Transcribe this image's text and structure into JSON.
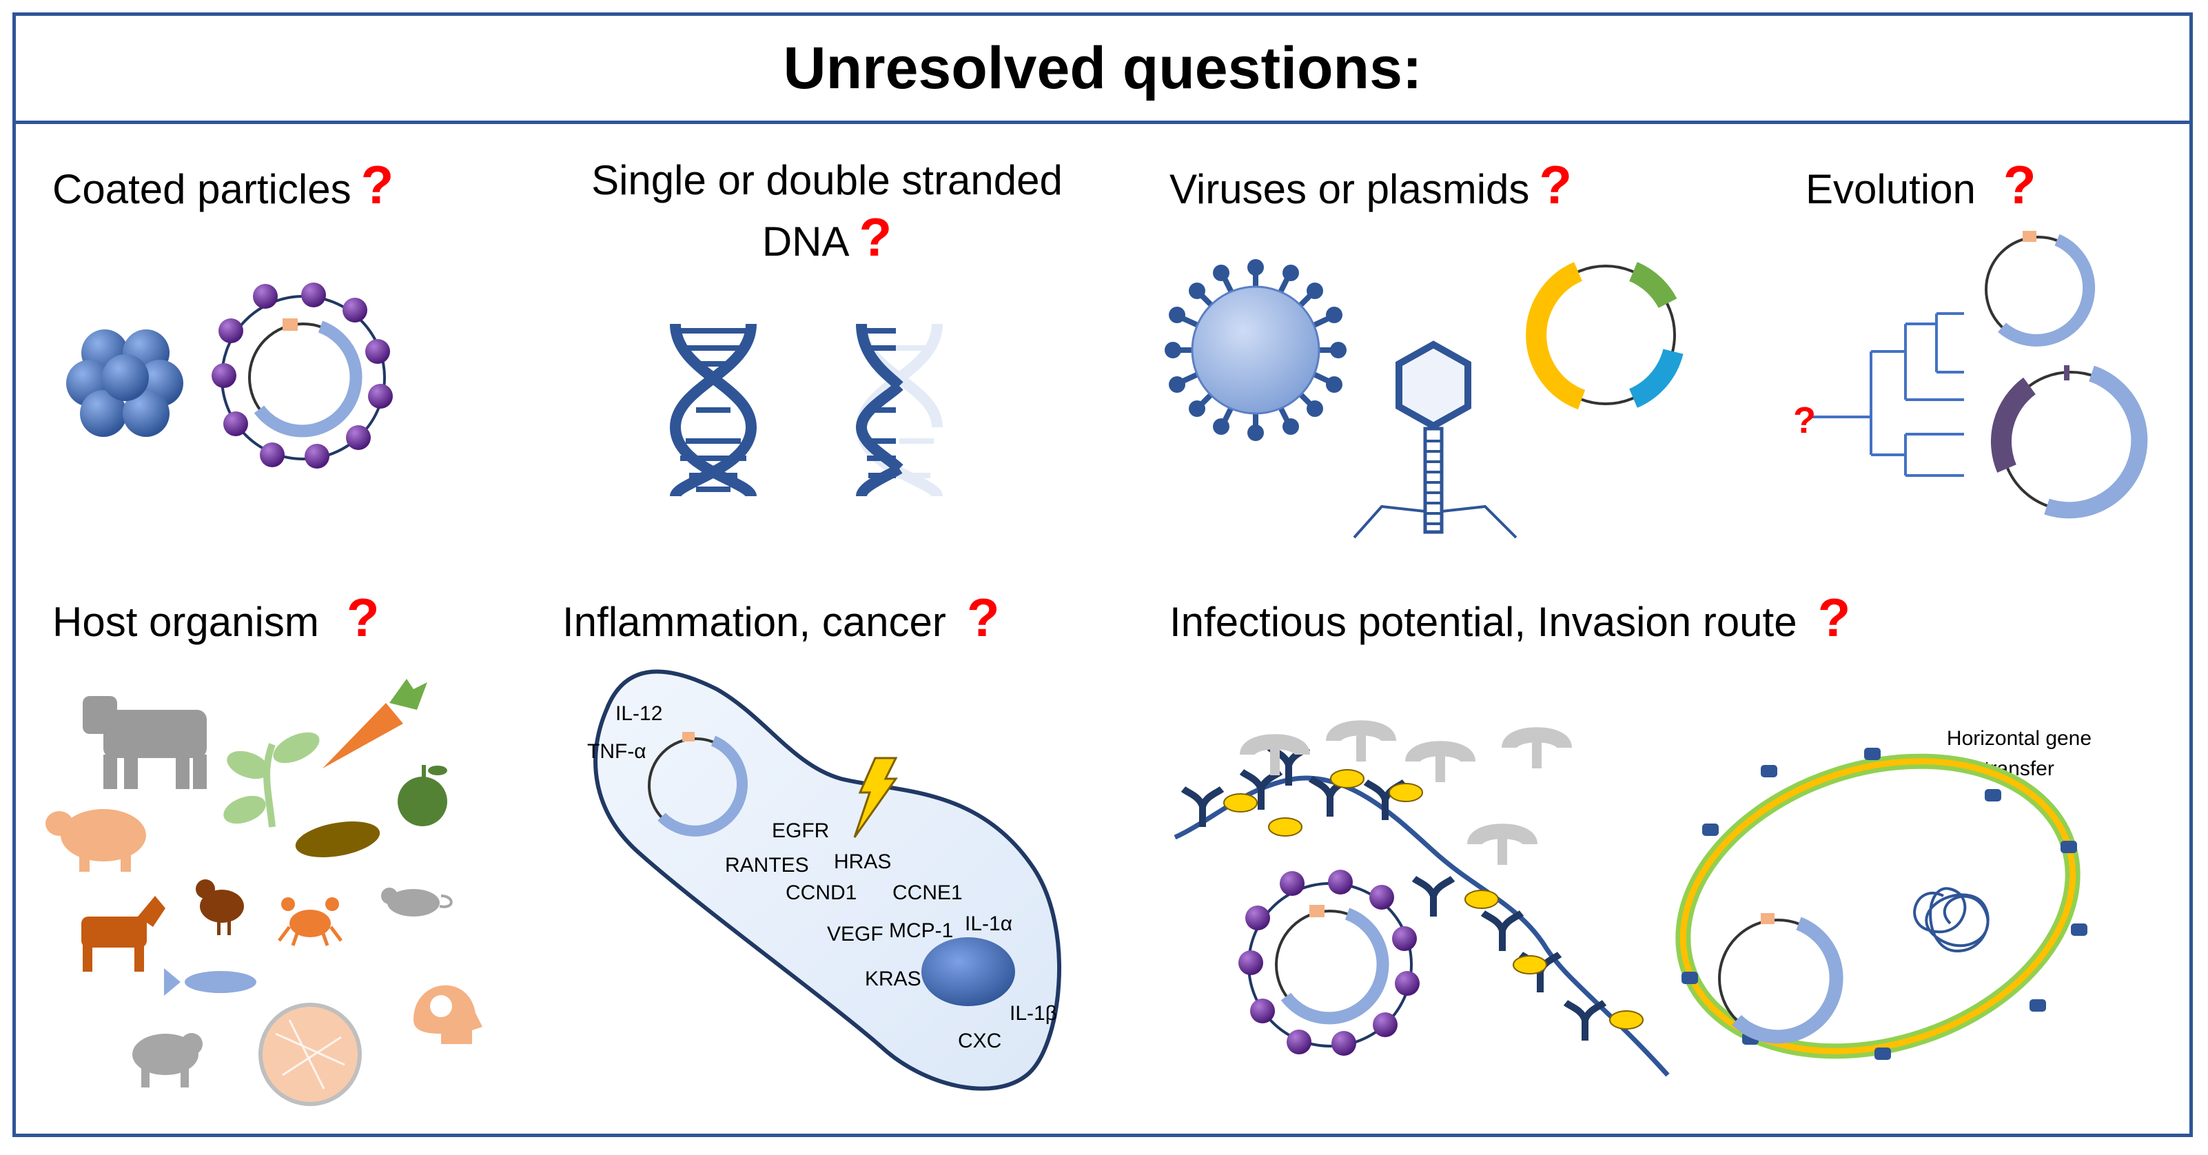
{
  "title": "Unresolved questions:",
  "question_mark": "?",
  "panels": {
    "coated": "Coated particles",
    "dna_line1": "Single or double stranded",
    "dna_line2": "DNA",
    "viruses": "Viruses or plasmids",
    "evolution": "Evolution",
    "host": "Host organism",
    "inflammation": "Inflammation, cancer",
    "infectious": "Infectious potential, Invasion route"
  },
  "cell_markers": [
    "IL-12",
    "TNF-α",
    "EGFR",
    "HRAS",
    "RANTES",
    "CCND1",
    "CCNE1",
    "VEGF",
    "MCP-1",
    "IL-1α",
    "KRAS",
    "IL-1β",
    "CXC"
  ],
  "hgt_line1": "Horizontal gene",
  "hgt_line2": "transfer",
  "colors": {
    "frame": "#2f5597",
    "question": "#ff0000",
    "dna": "#2f5597",
    "particle": "#4472c4",
    "purple": "#7030a0",
    "plasmid": "#8faadc",
    "receptor": "#203864",
    "ligand": "#ffd200",
    "antibody": "#c8c8c8",
    "bacterium_outer": "#92d050",
    "bacterium_inner": "#ffc000"
  }
}
